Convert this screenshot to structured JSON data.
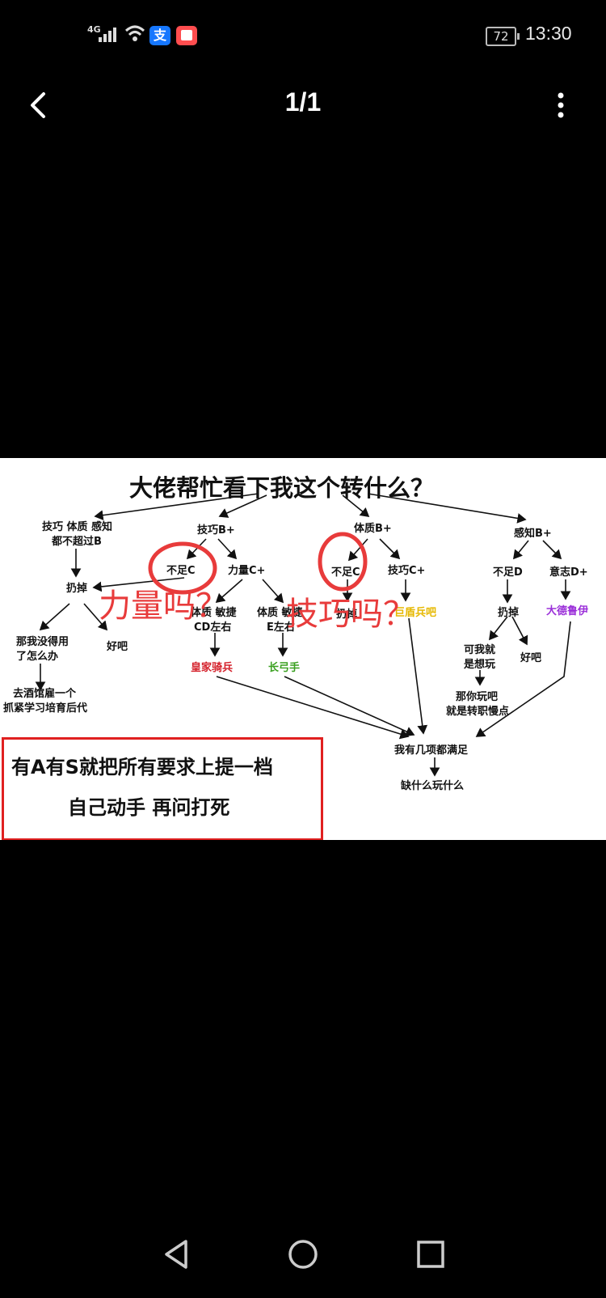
{
  "status": {
    "network": "4G",
    "battery": "72",
    "time": "13:30",
    "app_alipay_char": "支"
  },
  "header": {
    "counter": "1/1"
  },
  "image": {
    "title": "大佬帮忙看下我这个转什么？",
    "nodes": {
      "n1": "技巧 体质 感知",
      "n1b": "都不超过B",
      "n2": "扔掉",
      "n3a": "那我没得用",
      "n3b": "了怎么办",
      "n4": "好吧",
      "n5a": "去酒馆雇一个",
      "n5b": "抓紧学习培育后代",
      "n6": "技巧B+",
      "n7": "不足C",
      "n8": "力量C+",
      "n9a": "体质 敏捷",
      "n9b": "CD左右",
      "n10a": "体质 敏捷",
      "n10b": "E左右",
      "n11": "皇家骑兵",
      "n12": "长弓手",
      "n13": "体质B+",
      "n14": "不足C",
      "n15": "技巧C+",
      "n16": "扔掉",
      "n17": "巨盾兵吧",
      "n18": "感知B+",
      "n19": "不足D",
      "n20": "意志D+",
      "n21": "扔掉",
      "n22": "大德鲁伊",
      "n23a": "可我就",
      "n23b": "是想玩",
      "n24": "好吧",
      "n25a": "那你玩吧",
      "n25b": "就是转职慢点",
      "n26": "我有几项都满足",
      "n27": "缺什么玩什么"
    },
    "annotation_left": "力量吗？",
    "annotation_right": "技巧吗？",
    "box_line1": "有A有S就把所有要求上提一档",
    "box_line2": "自己动手 再问打死",
    "colors": {
      "red": "#d4202a",
      "green": "#3aa020",
      "yellow": "#e6b800",
      "purple": "#9b30d9",
      "marker": "#e83b3b"
    }
  },
  "nav": {
    "back": "back-triangle",
    "home": "home-circle",
    "recents": "recents-square"
  }
}
